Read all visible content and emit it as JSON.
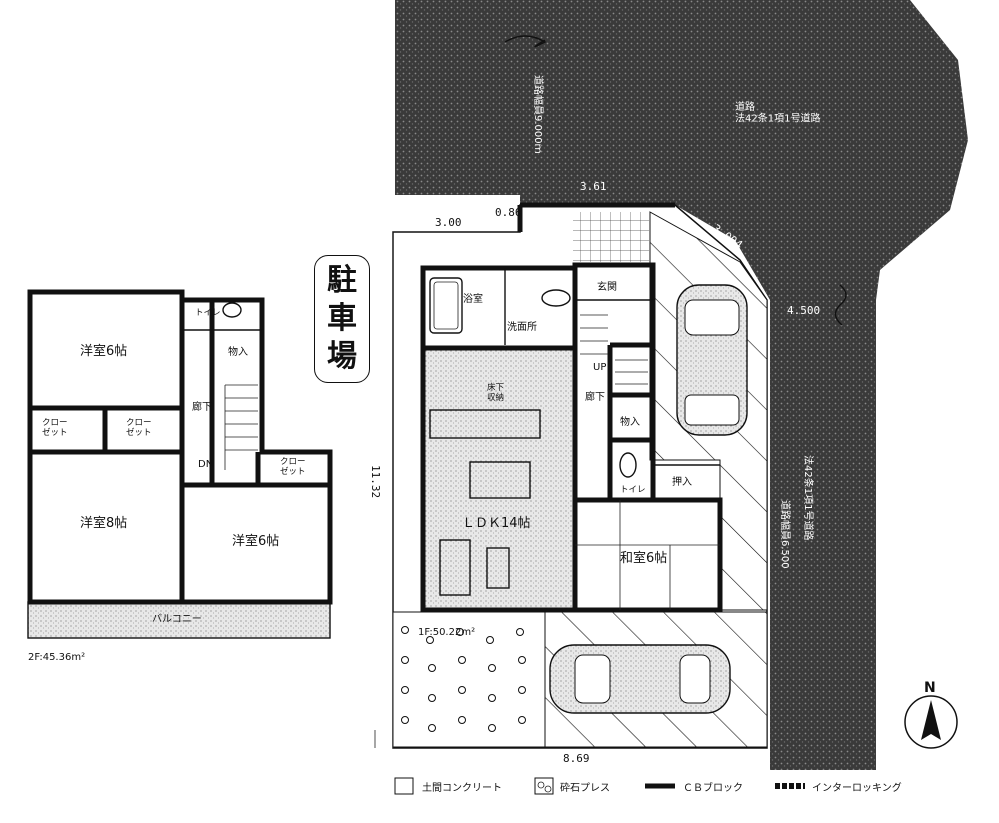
{
  "parking_sign": [
    "駐",
    "車",
    "場"
  ],
  "first_floor": {
    "area_label": "1F:50.22m²",
    "rooms": {
      "bath": "浴室",
      "washroom": "洗面所",
      "entrance": "玄関",
      "up": "UP",
      "hall": "廊下",
      "storage": "物入",
      "toilet": "トイレ",
      "closet": "押入",
      "ldk": "ＬＤＫ14帖",
      "japanese_room": "和室6帖",
      "underfloor": "床下\n収納"
    }
  },
  "second_floor": {
    "area_label": "2F:45.36m²",
    "rooms": {
      "western_6_top": "洋室6帖",
      "toilet": "トイレ",
      "storage": "物入",
      "hall": "廊下",
      "dn": "DN",
      "closet_a": "クロー\nゼット",
      "closet_b": "クロー\nゼット",
      "closet_c": "クロー\nゼット",
      "western_8": "洋室8帖",
      "western_6_bottom": "洋室6帖",
      "balcony": "バルコニー"
    }
  },
  "road": {
    "main_label": "道路\n法42条1項1号道路",
    "width_label": "道路幅員9.000ｍ",
    "right_label": "法42条1項1号道路",
    "right_width": "道路幅員6.500"
  },
  "dimensions": {
    "top_left": "3.00",
    "top_mid": "0.86",
    "top_right": "3.61",
    "diagonal": "3.004",
    "corner": "4.500",
    "left_side": "11.32",
    "bottom": "8.69"
  },
  "legend": [
    {
      "icon": "hatch-icon",
      "label": "土間コンクリート"
    },
    {
      "icon": "circles-icon",
      "label": "砕石プレス"
    },
    {
      "icon": "cb-block-icon",
      "label": "ＣＢブロック"
    },
    {
      "icon": "interlocking-icon",
      "label": "インターロッキング"
    }
  ],
  "compass": {
    "label": "N"
  },
  "colors": {
    "road_fill": "#3a3a3a",
    "dot_fill": "#9a9a9a",
    "line": "#111111"
  }
}
